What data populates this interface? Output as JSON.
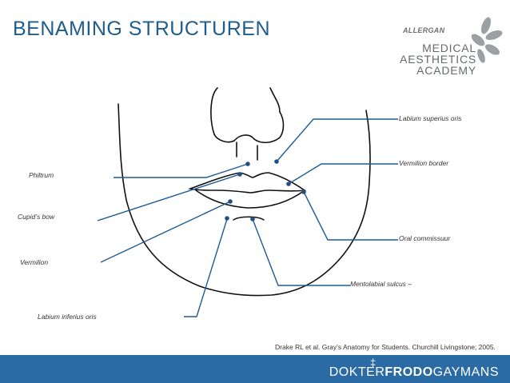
{
  "slide": {
    "title": "BENAMING STRUCTUREN",
    "citation": "Drake RL et al. Gray’s Anatomy for Students. Churchill Livingstone; 2005."
  },
  "logo": {
    "brand": "ALLERGAN",
    "line1": "MEDICAL",
    "line2": "AESTHETICS",
    "line3": "ACADEMY"
  },
  "labels": {
    "labium_superius": "Labium superius oris",
    "vermilion_border": "Vermilion border",
    "oral_commissuur": "Oral commissuur",
    "mentolabial_sulcus": "Mentolabial sulcus –",
    "philtrum": "Philtrum",
    "cupids_bow": "Cupid’s bow",
    "vermilion": "Vermilion",
    "labium_inferius": "Labium inferius oris"
  },
  "footer": {
    "mark": "‡",
    "text_prefix": "DOKTER",
    "text_bold": "FRODO",
    "text_suffix": "GAYMANS"
  },
  "colors": {
    "title": "#1f5d8c",
    "footer_bg": "#2a6ba6",
    "leader_line": "#1e5a96",
    "dot": "#1e4f85",
    "outline": "#111111"
  }
}
